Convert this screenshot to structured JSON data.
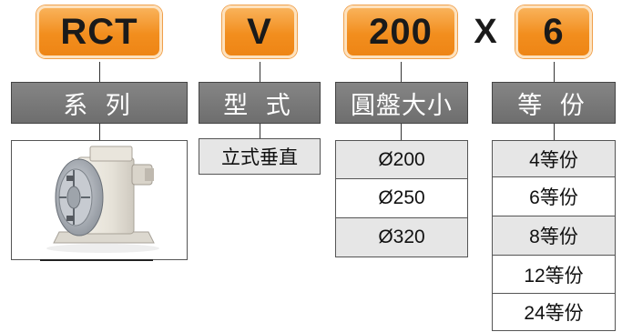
{
  "codes": {
    "series": "RCT",
    "type": "V",
    "disk": "200",
    "times": "X",
    "divisions": "6"
  },
  "headers": {
    "series": "系 列",
    "type": "型 式",
    "disk": "圓盤大小",
    "divisions": "等 份"
  },
  "type_options": [
    "立式垂直"
  ],
  "disk_options": [
    "Ø200",
    "Ø250",
    "Ø320"
  ],
  "division_options": [
    "4等份",
    "6等份",
    "8等份",
    "12等份",
    "24等份"
  ],
  "colors": {
    "badge_orange": "#f28e1e",
    "header_gray": "#7a7a7a",
    "option_shade": "#e6e6e6"
  },
  "icons": {
    "product": "rotary-table-photo"
  }
}
